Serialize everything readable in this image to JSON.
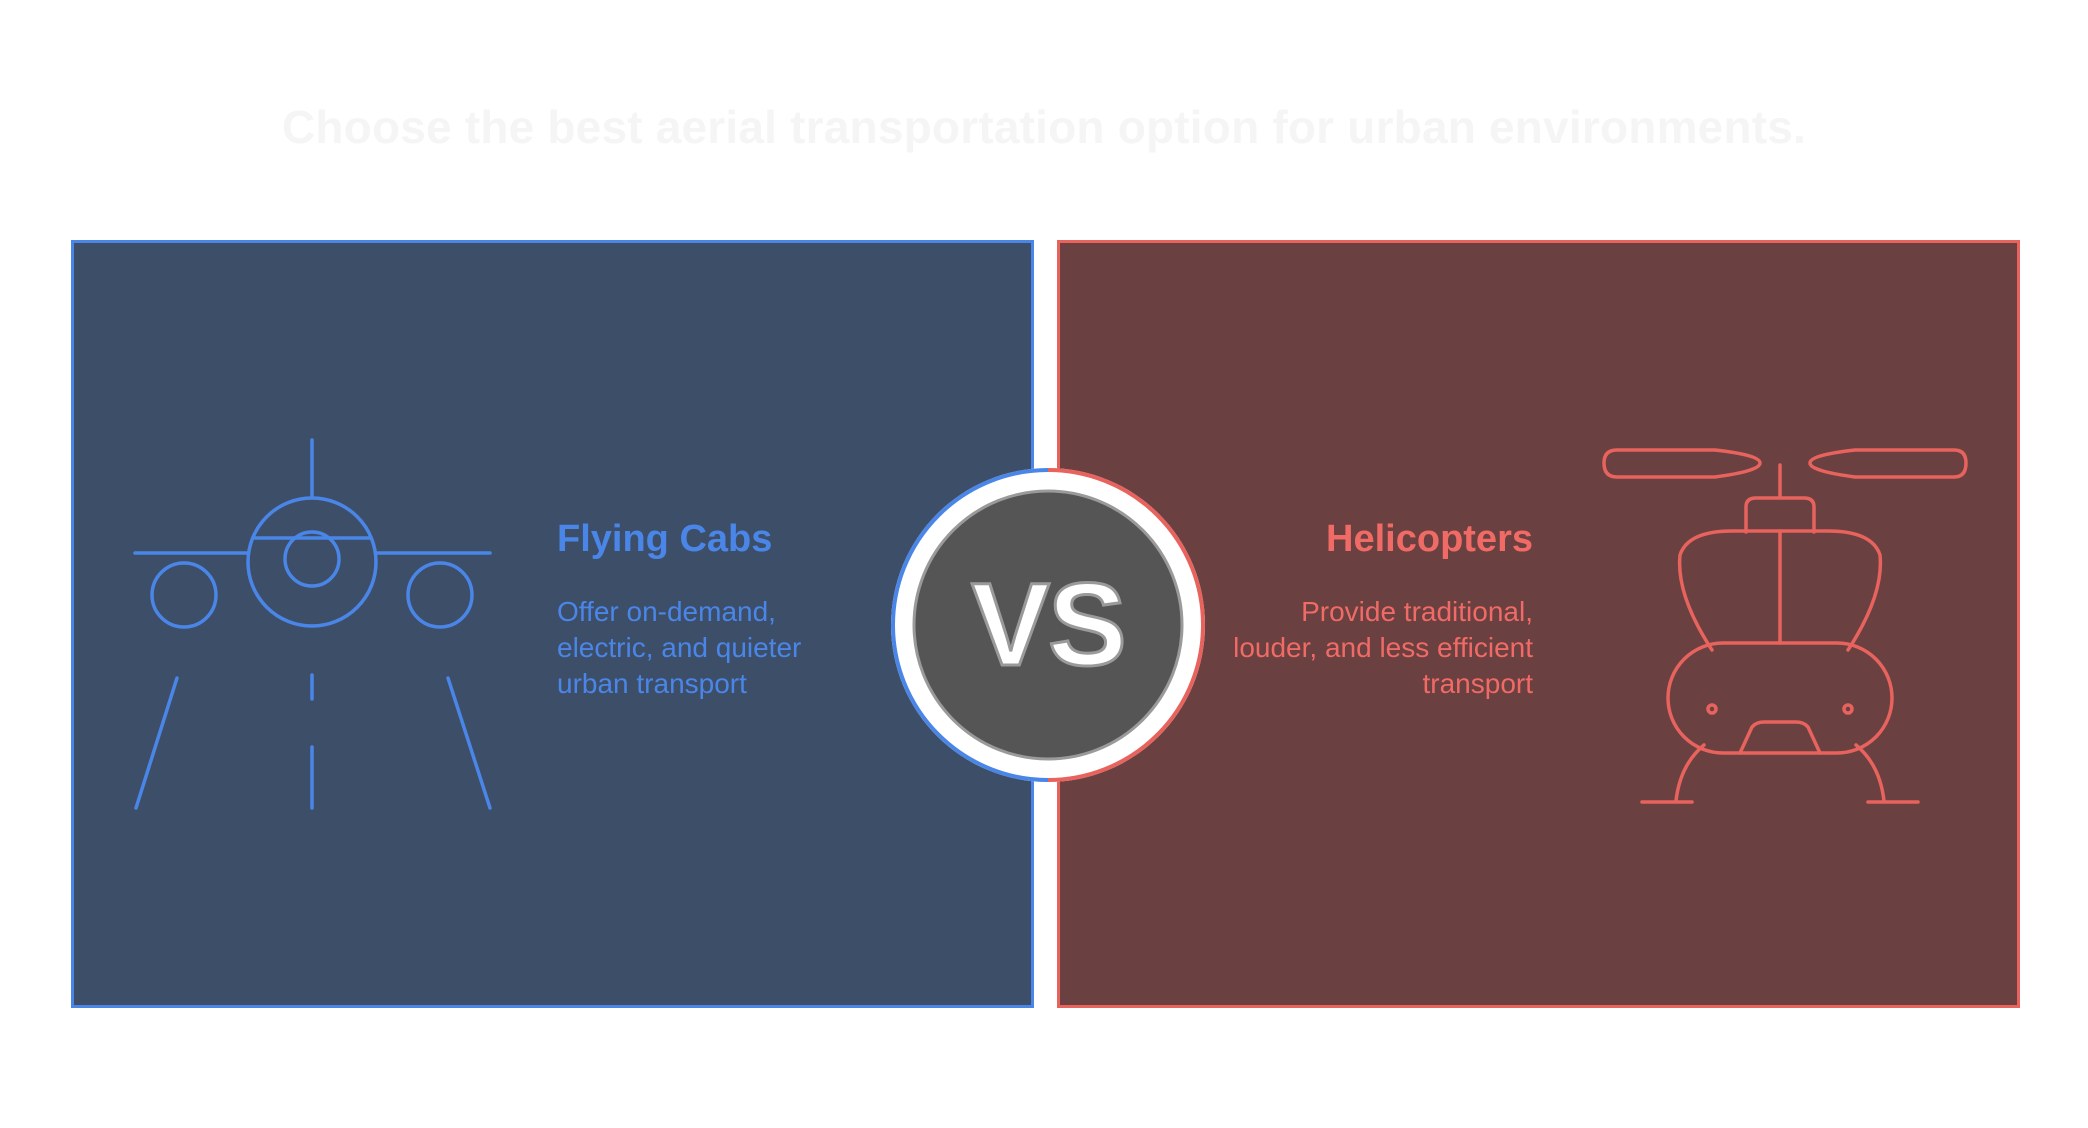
{
  "title": "Choose the best aerial transportation option for urban environments.",
  "left": {
    "heading": "Flying Cabs",
    "description": "Offer on-demand, electric, and quieter urban transport",
    "icon": "airplane-front-icon"
  },
  "right": {
    "heading": "Helicopters",
    "description": "Provide traditional, louder, and less efficient transport",
    "icon": "helicopter-front-icon"
  },
  "vs_label": "VS",
  "colors": {
    "left_accent": "#4a86e8",
    "left_background": "#3d4e69",
    "right_accent": "#e8635d",
    "right_background": "#6b4040",
    "vs_circle": "#555555"
  }
}
